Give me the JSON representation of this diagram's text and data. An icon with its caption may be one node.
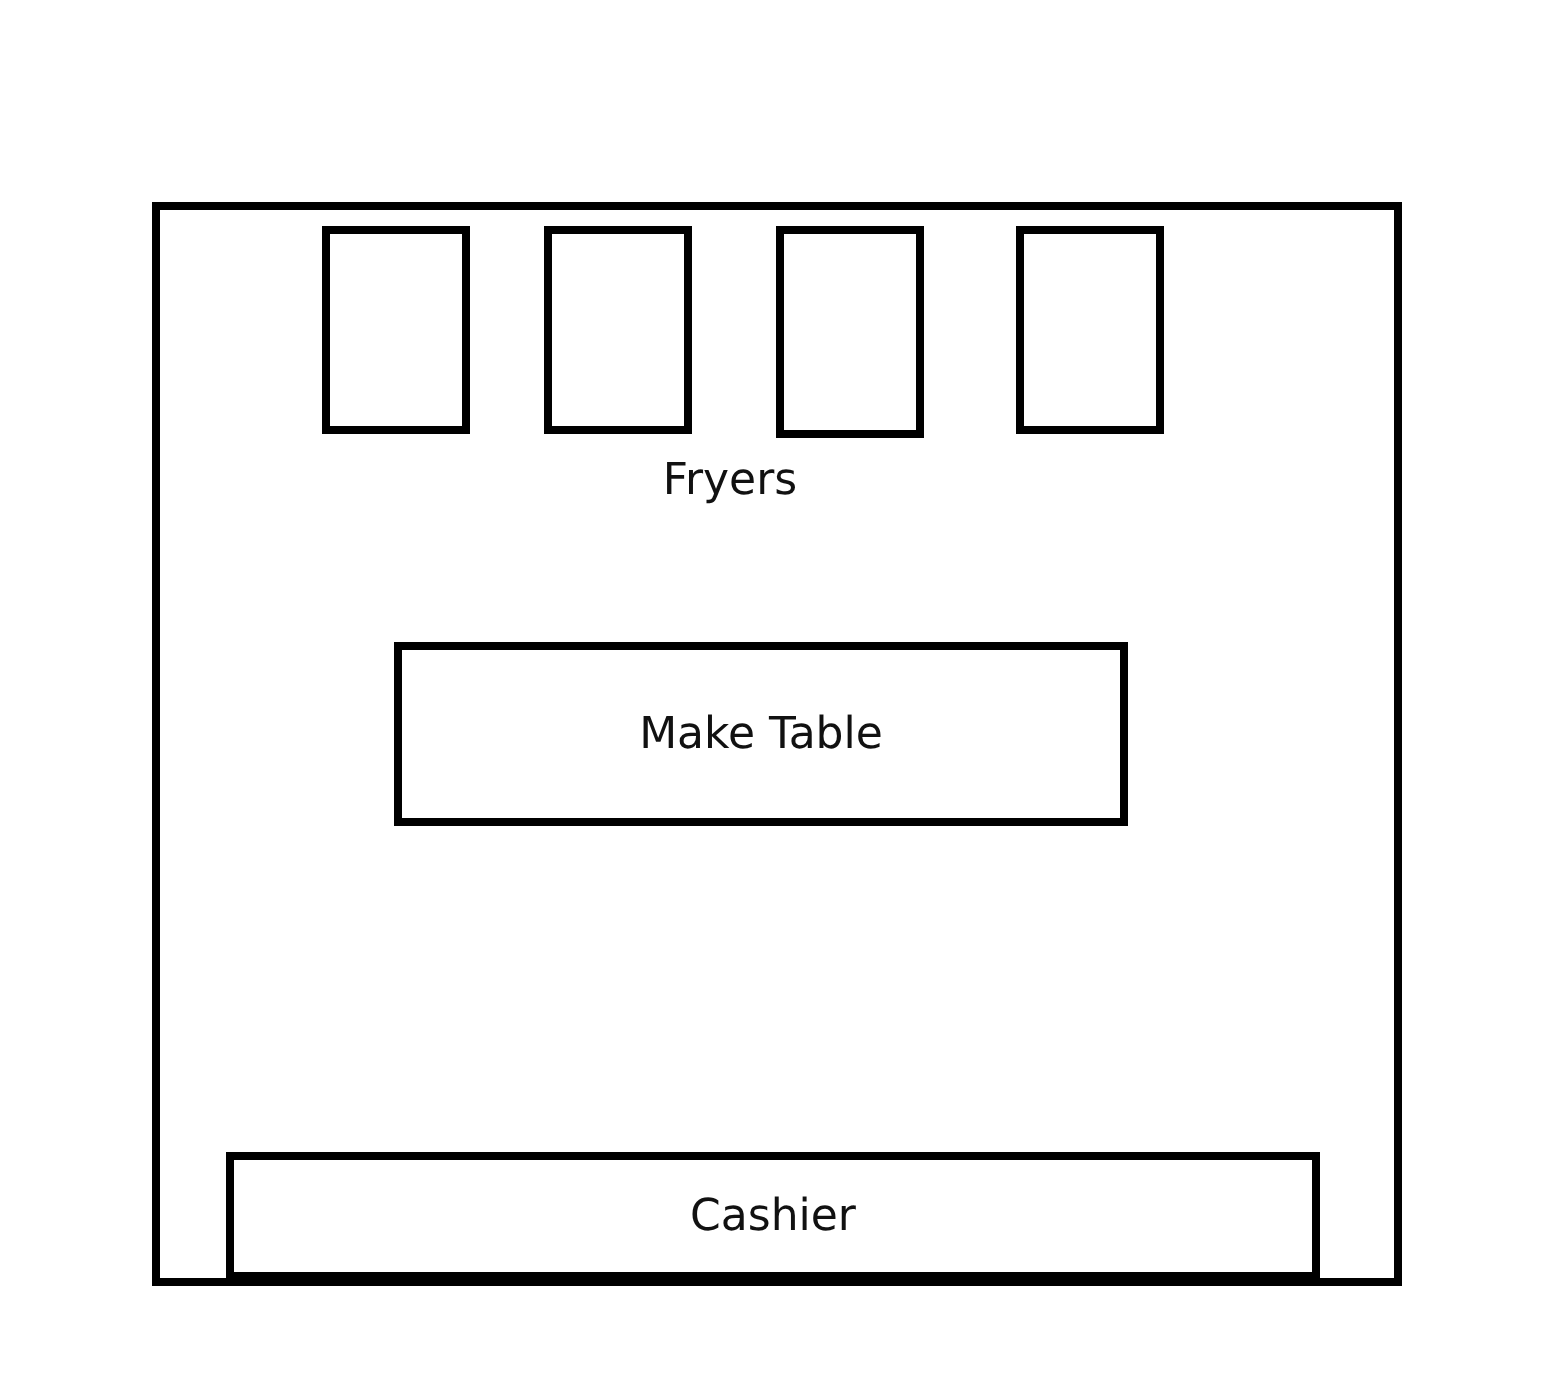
{
  "diagram": {
    "nodes": [
      {
        "text": [],
        "shape": "box"
      },
      {
        "text": [],
        "shape": "box",
        "in": 0
      },
      {
        "text": [],
        "shape": "box",
        "in": 0
      },
      {
        "text": [],
        "shape": "box",
        "in": 0
      },
      {
        "text": [],
        "shape": "box",
        "in": 0
      },
      {
        "text": [
          "Make Table"
        ],
        "in": 0
      },
      {
        "text": [
          "Cashier"
        ],
        "in": 0
      }
    ],
    "labels": [
      "Fryers"
    ]
  }
}
